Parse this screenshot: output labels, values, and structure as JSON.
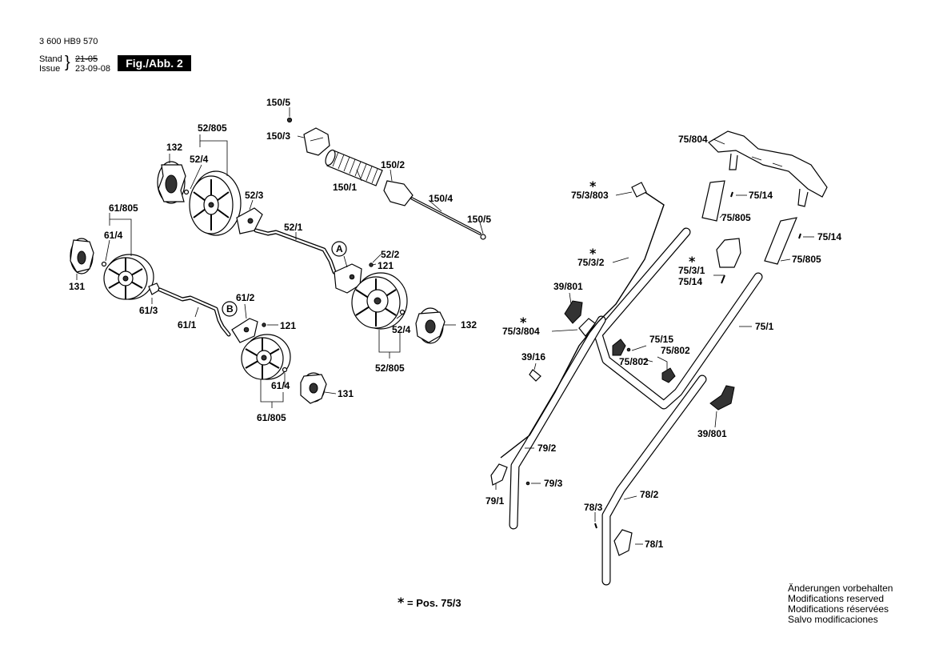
{
  "header": {
    "doc_number": "3 600 HB9 570",
    "stand_label": "Stand",
    "issue_label": "Issue",
    "stand_date": "21-05",
    "issue_date": "23-09-08",
    "figure_label": "Fig./Abb. 2"
  },
  "labels": {
    "p150_5a": "150/5",
    "p150_3": "150/3",
    "p150_2": "150/2",
    "p150_1": "150/1",
    "p150_4": "150/4",
    "p150_5b": "150/5",
    "p52_805a": "52/805",
    "p132a": "132",
    "p52_4a": "52/4",
    "p52_3": "52/3",
    "p52_1": "52/1",
    "pA": "A",
    "p52_2": "52/2",
    "p121a": "121",
    "p52_4b": "52/4",
    "p132b": "132",
    "p52_805b": "52/805",
    "p61_805a": "61/805",
    "p61_4a": "61/4",
    "p131a": "131",
    "p61_3": "61/3",
    "p61_1": "61/1",
    "pB": "B",
    "p61_2": "61/2",
    "p121b": "121",
    "p61_4b": "61/4",
    "p131b": "131",
    "p61_805b": "61/805",
    "p75_3_803": "75/3/803",
    "p75_3_2": "75/3/2",
    "p39_801a": "39/801",
    "p75_3_804": "75/3/804",
    "p39_16": "39/16",
    "p79_2": "79/2",
    "p79_1": "79/1",
    "p79_3": "79/3",
    "p75_804": "75/804",
    "p75_14a": "75/14",
    "p75_805a": "75/805",
    "p75_14b": "75/14",
    "p75_805b": "75/805",
    "p75_3_1": "75/3/1",
    "p75_14c": "75/14",
    "p75_1": "75/1",
    "p75_15": "75/15",
    "p75_802a": "75/802",
    "p75_802b": "75/802",
    "p39_801b": "39/801",
    "p78_2": "78/2",
    "p78_3": "78/3",
    "p78_1": "78/1"
  },
  "stars": {
    "s1": "*",
    "s2": "*",
    "s3": "*",
    "s4": "*"
  },
  "note": "= Pos. 75/3",
  "footer": [
    "Änderungen vorbehalten",
    "Modifications reserved",
    "Modifications réservées",
    "Salvo modificaciones"
  ]
}
